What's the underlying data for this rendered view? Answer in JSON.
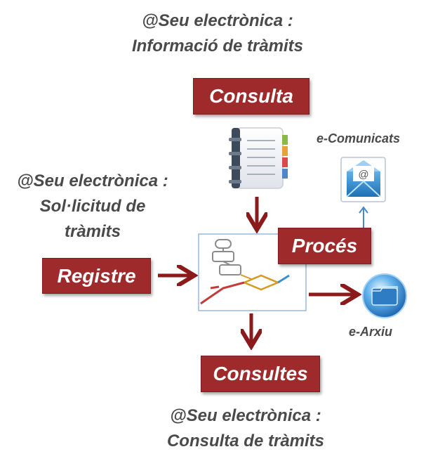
{
  "top_caption": {
    "line1": "@Seu electrònica :",
    "line2": "Informació  de tràmits"
  },
  "left_caption": {
    "line1": "@Seu electrònica :",
    "line2": "Sol·licitud de",
    "line3": "tràmits"
  },
  "bottom_caption": {
    "line1": "@Seu electrònica :",
    "line2": "Consulta  de tràmits"
  },
  "boxes": {
    "consulta": "Consulta",
    "registre": "Registre",
    "proces": "Procés",
    "consultes": "Consultes"
  },
  "labels": {
    "ecomunicats": "e-Comunicats",
    "earxiu": "e-Arxiu"
  },
  "colors": {
    "box_fill": "#9e2a2b",
    "arrow": "#8b1a1a",
    "blue_arrow": "#4a86c8",
    "caption_text": "#4a4a4a"
  },
  "icons": [
    "address-book-icon",
    "email-envelope-icon",
    "archive-folder-icon",
    "flowchart-icon"
  ]
}
